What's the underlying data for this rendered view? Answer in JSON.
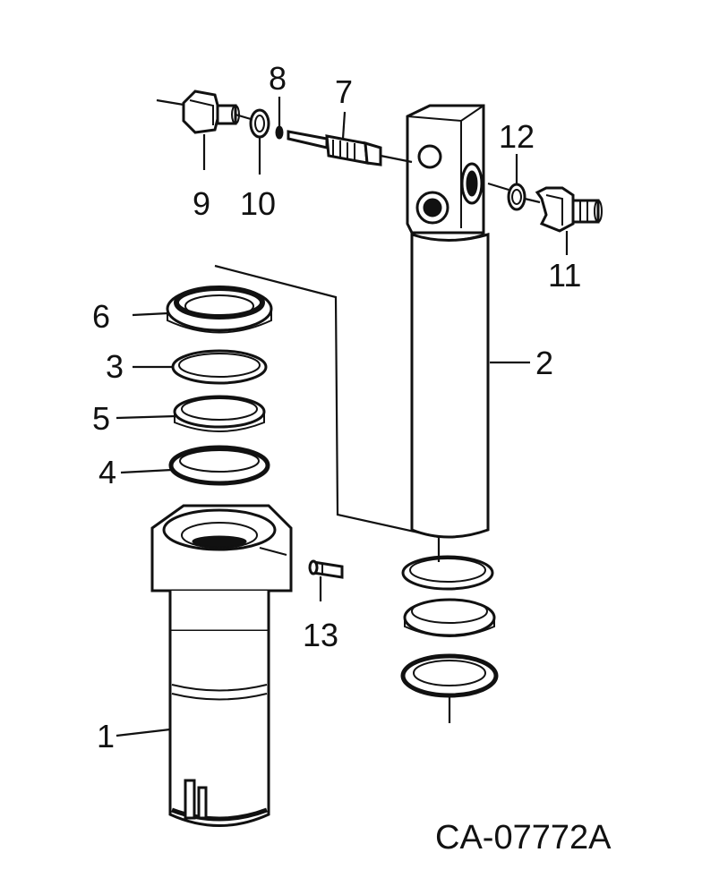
{
  "diagram": {
    "reference_code": "CA-07772A",
    "callouts": [
      {
        "id": "1",
        "text": "1"
      },
      {
        "id": "2",
        "text": "2"
      },
      {
        "id": "3",
        "text": "3"
      },
      {
        "id": "4",
        "text": "4"
      },
      {
        "id": "5",
        "text": "5"
      },
      {
        "id": "6",
        "text": "6"
      },
      {
        "id": "7",
        "text": "7"
      },
      {
        "id": "8",
        "text": "8"
      },
      {
        "id": "9",
        "text": "9"
      },
      {
        "id": "10",
        "text": "10"
      },
      {
        "id": "11",
        "text": "11"
      },
      {
        "id": "12",
        "text": "12"
      },
      {
        "id": "13",
        "text": "13"
      }
    ]
  }
}
